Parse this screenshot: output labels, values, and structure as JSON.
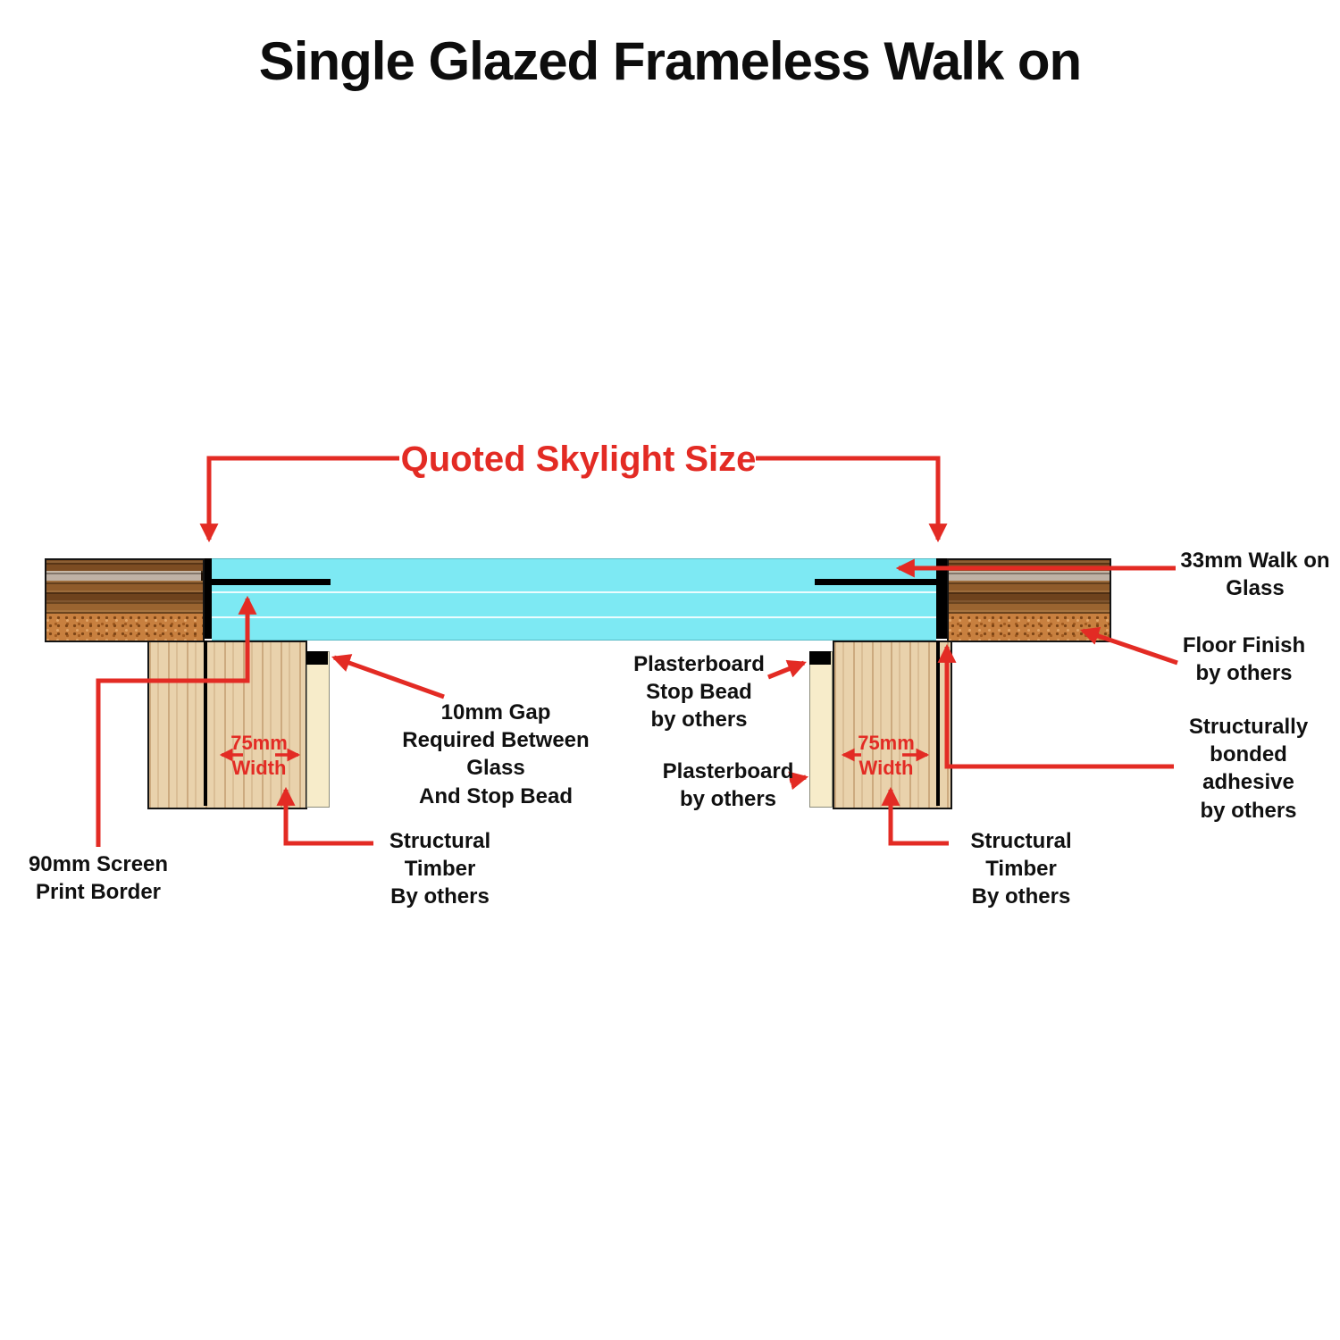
{
  "title": "Single Glazed Frameless Walk on",
  "colors": {
    "annotation_red": "#e32b24",
    "glass_cyan": "#7de9f3",
    "timber_light": "#e9d2ac",
    "floor_wood_brown": "#7c4c22",
    "floor_sub_orange": "#c8803f",
    "plasterboard_cream": "#f7ecca",
    "seal_black": "#000000"
  },
  "annotations": {
    "quoted_skylight_size": "Quoted Skylight Size",
    "walk_on_glass": [
      "33mm Walk on",
      "Glass"
    ],
    "floor_finish": [
      "Floor Finish",
      "by others"
    ],
    "bonded_adhesive": [
      "Structurally",
      "bonded",
      "adhesive",
      "by others"
    ],
    "gap": [
      "10mm Gap",
      "Required Between Glass",
      "And Stop Bead"
    ],
    "plasterboard_stop_bead": [
      "Plasterboard",
      "Stop Bead",
      "by others"
    ],
    "plasterboard": [
      "Plasterboard",
      "by others"
    ],
    "width_left": [
      "75mm",
      "Width"
    ],
    "width_right": [
      "75mm",
      "Width"
    ],
    "structural_timber_left": [
      "Structural Timber",
      "By others"
    ],
    "structural_timber_right": [
      "Structural Timber",
      "By others"
    ],
    "screen_print_border": [
      "90mm Screen",
      "Print Border"
    ]
  }
}
